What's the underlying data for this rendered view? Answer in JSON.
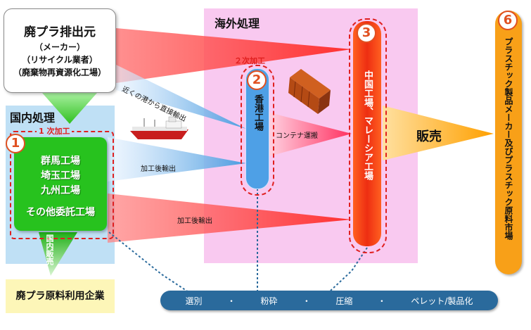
{
  "source": {
    "title": "廃プラ排出元",
    "line2": "（メーカー）",
    "line3": "（リサイクル業者）",
    "line4": "（廃棄物再資源化工場）"
  },
  "domestic": {
    "label": "国内処理",
    "process_label": "1 次加工",
    "number": "1",
    "factories": [
      "群馬工場",
      "埼玉工場",
      "九州工場",
      "その他委託工場"
    ],
    "sales_label": "国内販売",
    "user_company": "廃プラ原料利用企業"
  },
  "overseas": {
    "label": "海外処理",
    "process_label": "２次加工",
    "hk_number": "2",
    "hk_factory": "香港工場",
    "cn_number": "3",
    "cn_factory": "中国工場、マレーシア工場"
  },
  "flows": {
    "direct_export": "近くの港から直接輸出",
    "export_after_processing_1": "加工後輸出",
    "export_after_processing_2": "加工後輸出",
    "container": "コンテナ運搬",
    "sale": "販売"
  },
  "market": {
    "number": "6",
    "label": "プラスチック製品メーカー及びプラスチック原料市場"
  },
  "process_steps": [
    "選別",
    "・",
    "粉砕",
    "・",
    "圧縮",
    "・",
    "ペレット/製品化"
  ],
  "colors": {
    "domestic_region": "#bfe0f5",
    "overseas_region": "#f9c9f0",
    "domestic_factory": "#27c21e",
    "hk_factory": "#4ea0e6",
    "cn_factory": "#ee2e12",
    "market": "#f8a018",
    "process_bar": "#2a6a9c",
    "dashed_border": "#e02020"
  }
}
